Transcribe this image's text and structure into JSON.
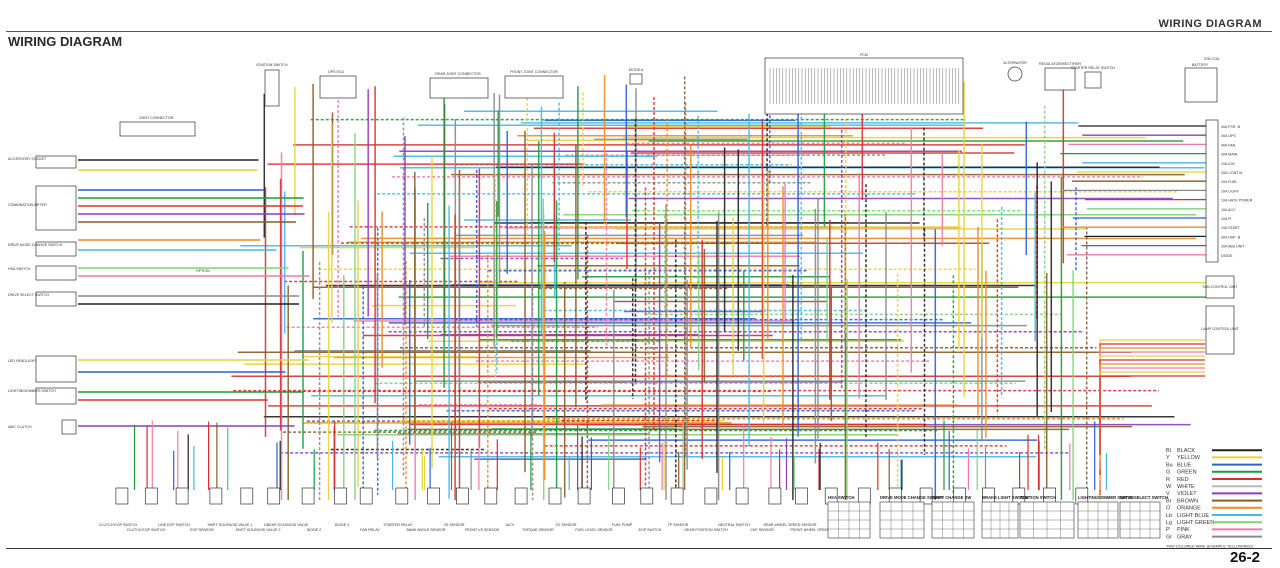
{
  "header": {
    "top_right": "WIRING DIAGRAM",
    "title": "WIRING DIAGRAM"
  },
  "page_number": "26-2",
  "top_labels": [
    "JOINT CONNECTOR",
    "IGNITION SWITCH",
    "OPS ECU",
    "REAR JOINT CONNECTOR",
    "FRONT JOINT CONNECTOR",
    "DIODE A",
    "PCM",
    "ALTERNATOR",
    "REGULATOR/RECTIFIER",
    "STARTER RELAY SWITCH",
    "BATTERY"
  ],
  "left_labels": [
    "ACCESSORY SOCKET",
    "COMBINATION METER",
    "DRIVE MODE CHANGE SWITCH",
    "HSA SWITCH",
    "DRIVE SELECT SWITCH",
    "LED HEADLIGHT",
    "LIGHTING/DIMMER SWITCH",
    "AMC CLUTCH",
    "OPTION"
  ],
  "right_labels": [
    "IGN COIL",
    "FAN CONTROL UNIT",
    "LAMP CONTROL UNIT"
  ],
  "fuse_labels": [
    "40A FSR -B",
    "40A OPS",
    "40A FAN",
    "30A MAIN",
    "10A IGN",
    "20A CONT M",
    "10A FUEL",
    "10A LIGHT",
    "10A HAYE POWER",
    "10A ACC",
    "10A FI",
    "10A START",
    "30A HSP -B",
    "20A ABS UNIT",
    "DIODE"
  ],
  "bottom_labels": [
    "CLUTCH EOP SWITCH",
    "CLUTCH EOP SWITCH",
    "LINE EOP SWITCH",
    "EOP SENSOR",
    "SHIFT SOLENOID VALVE 1",
    "SHIFT SOLENOID VALVE 2",
    "LINEAR SOLENOID VALVE",
    "DIODE 2",
    "DIODE 3",
    "FAN RELAY",
    "STARTER RELAY",
    "BANK ANGLE SENSOR",
    "VS SENSOR",
    "FRONT VS SENSOR",
    "IACV",
    "TORQUE SENSOR",
    "O2 SENSOR",
    "FUEL LEVEL SENSOR",
    "FUEL PUMP",
    "EOP SWITCH",
    "TP SENSOR",
    "GEAR POSITION SWITCH",
    "NEUTRAL SWITCH",
    "CKP SENSOR",
    "REAR WHEEL SPEED SENSOR",
    "FRONT WHEEL SPEED SENSOR"
  ],
  "switch_tables": [
    {
      "title": "HSA SWITCH"
    },
    {
      "title": "DRIVE MODE CHANGE SWITCH"
    },
    {
      "title": "SHIFT CHANGE SW"
    },
    {
      "title": "BRAKE LIGHT SWITCH"
    },
    {
      "title": "IGNITION SWITCH"
    },
    {
      "title": "LIGHTING/DIMMER SWITCH"
    },
    {
      "title": "DRIVE SELECT SWITCH"
    }
  ],
  "legend": {
    "entries": [
      {
        "code": "Bl",
        "name": "BLACK",
        "color": "#222222"
      },
      {
        "code": "Y",
        "name": "YELLOW",
        "color": "#e8d23a"
      },
      {
        "code": "Bu",
        "name": "BLUE",
        "color": "#2f5fd6"
      },
      {
        "code": "G",
        "name": "GREEN",
        "color": "#1f9a3a"
      },
      {
        "code": "R",
        "name": "RED",
        "color": "#d83030"
      },
      {
        "code": "W",
        "name": "WHITE",
        "color": "#b8b8b8"
      },
      {
        "code": "V",
        "name": "VIOLET",
        "color": "#8b3fb8"
      },
      {
        "code": "Br",
        "name": "BROWN",
        "color": "#8a5a2b"
      },
      {
        "code": "O",
        "name": "ORANGE",
        "color": "#f08a24"
      },
      {
        "code": "Lb",
        "name": "LIGHT BLUE",
        "color": "#45b8e6"
      },
      {
        "code": "Lg",
        "name": "LIGHT GREEN",
        "color": "#7fd37a"
      },
      {
        "code": "P",
        "name": "PINK",
        "color": "#f07ab0"
      },
      {
        "code": "Gr",
        "name": "GRAY",
        "color": "#8a8a8a"
      }
    ],
    "note": "TWO COLORED WIRE (EXAMPLE YELLOW/RED)"
  },
  "wire_palette": [
    "#222222",
    "#e8d23a",
    "#2f5fd6",
    "#1f9a3a",
    "#d83030",
    "#8b3fb8",
    "#8a5a2b",
    "#f08a24",
    "#45b8e6",
    "#7fd37a",
    "#f07ab0",
    "#8a8a8a"
  ]
}
